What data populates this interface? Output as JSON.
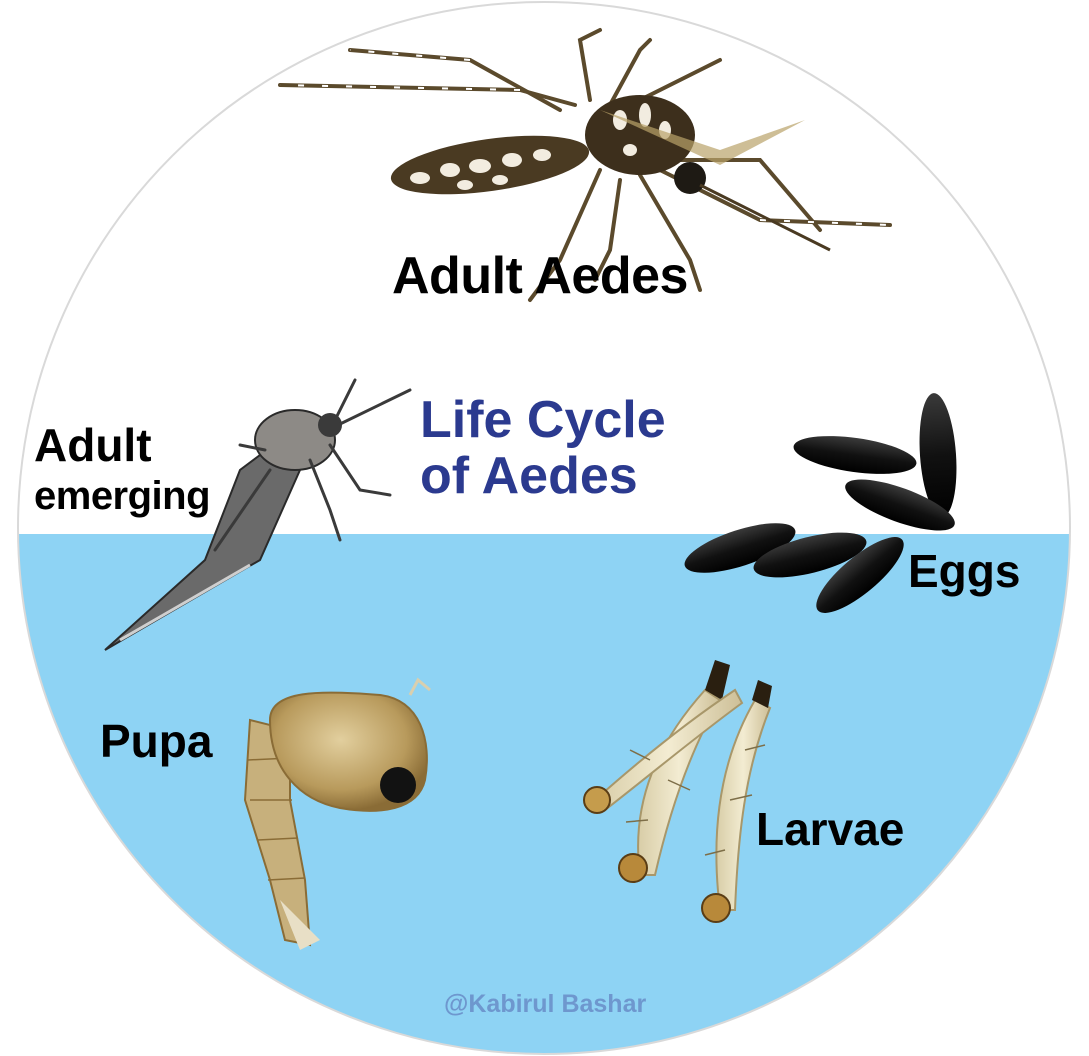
{
  "labels": {
    "adult_aedes": "Adult Aedes",
    "adult_emerging_line1": "Adult",
    "adult_emerging_line2": "emerging",
    "eggs": "Eggs",
    "pupa": "Pupa",
    "larvae": "Larvae"
  },
  "title": {
    "line1": "Life Cycle",
    "line2": "of  Aedes"
  },
  "credit": "@Kabirul Bashar",
  "colors": {
    "water": "#8ED3F4",
    "air": "#FFFFFF",
    "title_text": "#2B3A8F",
    "credit_text": "#6E97CE",
    "label_text": "#000000"
  }
}
